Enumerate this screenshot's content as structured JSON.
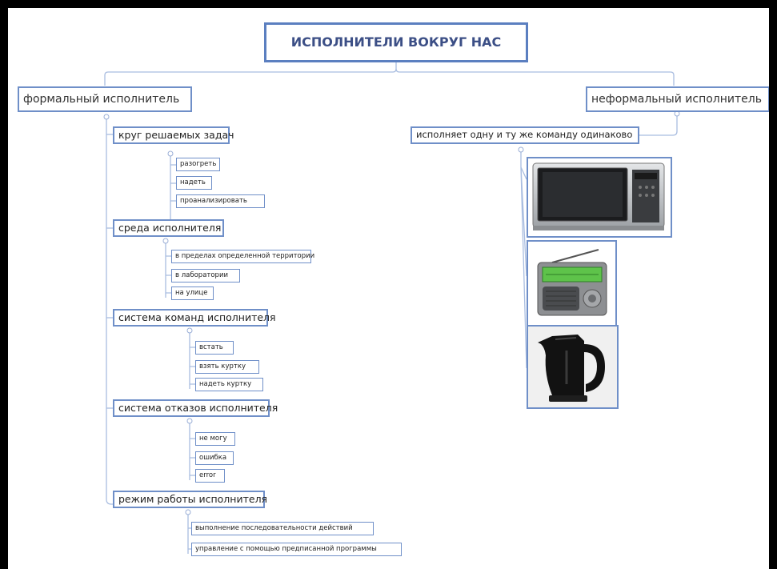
{
  "title": "ИСПОЛНИТЕЛИ ВОКРУГ НАС",
  "formal": {
    "label": "формальный исполнитель",
    "groups": [
      {
        "label": "круг решаемых задач",
        "items": [
          "разогреть",
          "надеть",
          "проанализировать"
        ]
      },
      {
        "label": "среда исполнителя",
        "items": [
          "в пределах определенной территории",
          "в лаборатории",
          "на улице"
        ]
      },
      {
        "label": "система команд исполнителя",
        "items": [
          "встать",
          "взять куртку",
          "надеть куртку"
        ]
      },
      {
        "label": "система отказов исполнителя",
        "items": [
          "не могу",
          "ошибка",
          "error"
        ]
      },
      {
        "label": "режим работы исполнителя",
        "items": [
          "выполнение последовательности действий",
          "управление с помощью предписанной программы"
        ]
      }
    ]
  },
  "informal": {
    "label": "неформальный исполнитель",
    "child": "исполняет одну и ту же команду одинаково",
    "images": [
      "microwave-oven",
      "radio",
      "electric-kettle"
    ]
  },
  "colors": {
    "border": "#6f8fc8",
    "title_text": "#3c4f86",
    "connector": "#a9bde0"
  }
}
